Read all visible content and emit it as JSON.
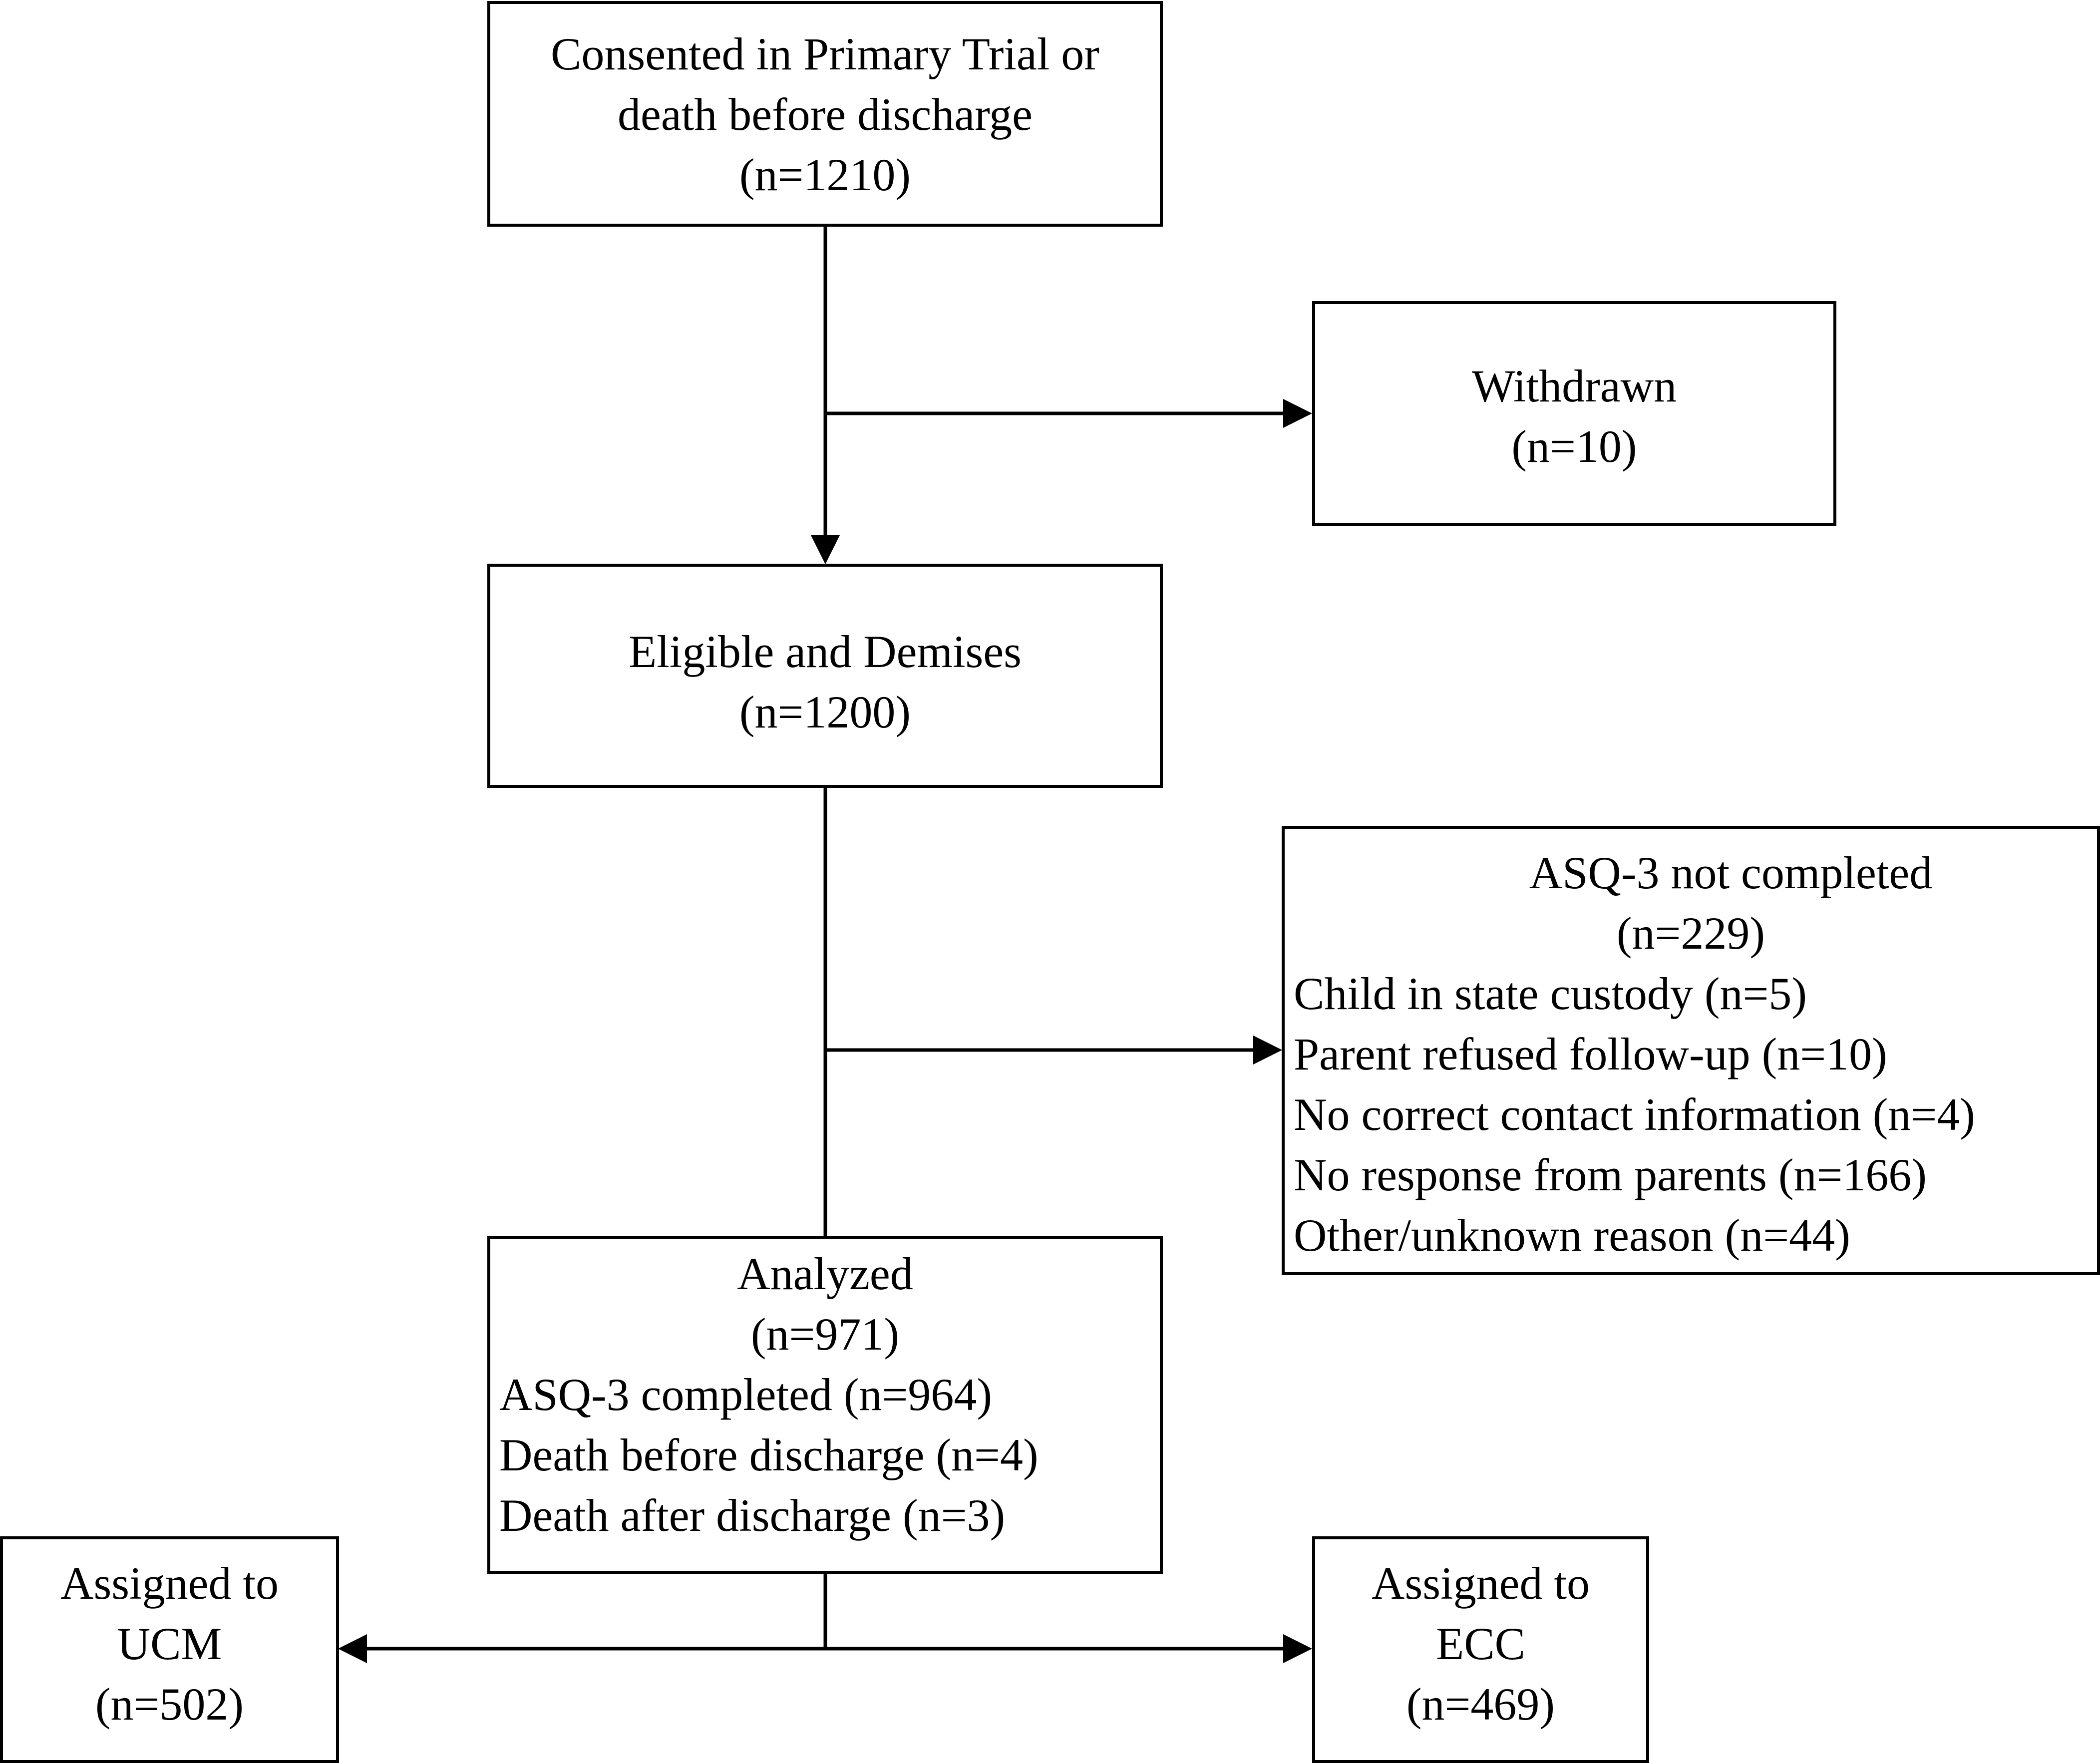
{
  "boxes": {
    "consented": {
      "lines": [
        "Consented in Primary Trial or",
        "death before discharge",
        "(n=1210)"
      ]
    },
    "withdrawn": {
      "lines": [
        "Withdrawn",
        "(n=10)"
      ]
    },
    "eligible": {
      "lines": [
        "Eligible and Demises",
        "(n=1200)"
      ]
    },
    "not_completed": {
      "title": "ASQ-3 not completed",
      "count": "(n=229)",
      "reasons": [
        "Child in state custody (n=5)",
        "Parent refused follow-up (n=10)",
        "No correct contact information (n=4)",
        "No response from parents (n=166)",
        "Other/unknown reason (n=44)"
      ]
    },
    "analyzed": {
      "title": "Analyzed",
      "count": "(n=971)",
      "details": [
        "ASQ-3 completed (n=964)",
        "Death before discharge (n=4)",
        "Death after discharge (n=3)"
      ]
    },
    "ucm": {
      "lines": [
        "Assigned to",
        "UCM",
        "(n=502)"
      ]
    },
    "ecc": {
      "lines": [
        "Assigned to",
        "ECC",
        "(n=469)"
      ]
    }
  }
}
